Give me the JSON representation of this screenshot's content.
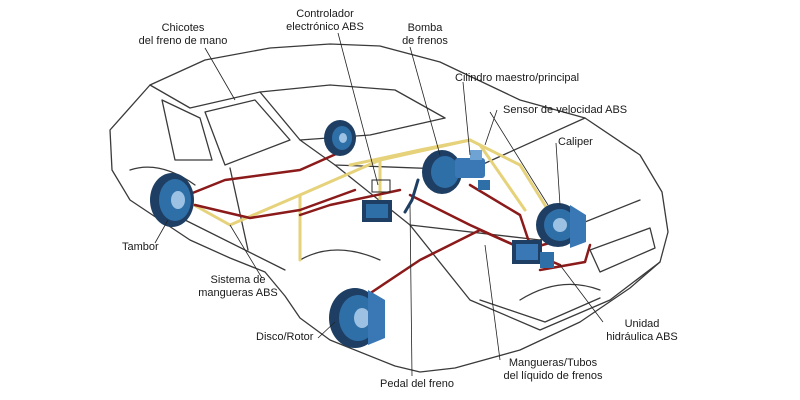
{
  "labels": {
    "handbrake": [
      "Chicotes",
      "del freno de mano"
    ],
    "abs_controller": [
      "Controlador",
      "electrónico ABS"
    ],
    "brake_pump": [
      "Bomba",
      "de frenos"
    ],
    "master_cylinder": "Cilindro maestro/principal",
    "abs_speed_sensor": "Sensor de velocidad ABS",
    "caliper": "Caliper",
    "drum": "Tambor",
    "abs_hoses": [
      "Sistema de",
      "mangueras ABS"
    ],
    "disc_rotor": "Disco/Rotor",
    "abs_hydraulic_unit": [
      "Unidad",
      "hidráulica ABS"
    ],
    "brake_fluid_lines": [
      "Mangueras/Tubos",
      "del líquido de frenos"
    ],
    "brake_pedal": "Pedal del freno"
  },
  "colors": {
    "car_outline": "#3a3a3a",
    "brake_line": "#8b1a1a",
    "abs_hose": "#e6d27a",
    "component": "#2f6fa8",
    "component_dark": "#1e3f63",
    "leader": "#222222"
  }
}
